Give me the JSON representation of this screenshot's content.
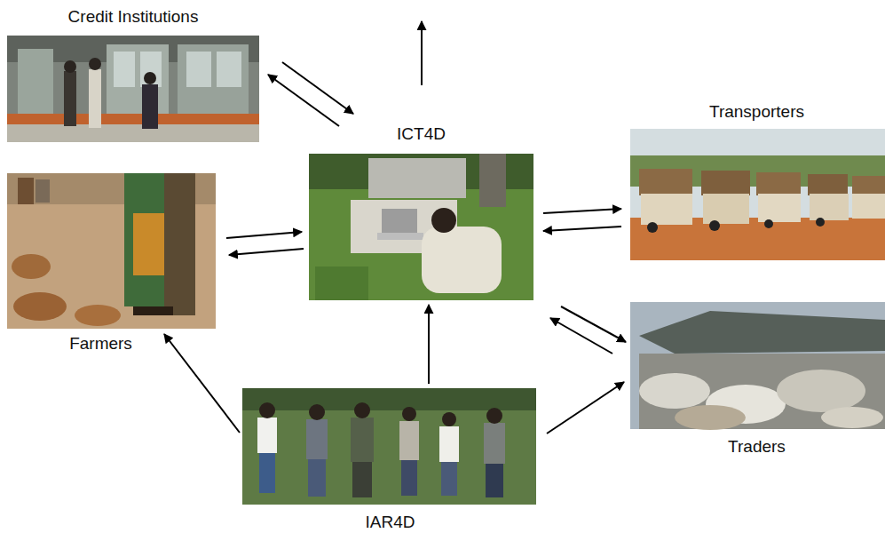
{
  "diagram": {
    "nodes": [
      {
        "text": [
          "Credit Institutions"
        ]
      },
      {
        "text": [
          "ICT4D"
        ]
      },
      {
        "text": [
          "Transporters"
        ]
      },
      {
        "text": [
          "Farmers"
        ]
      },
      {
        "text": [
          "Traders"
        ]
      },
      {
        "text": [
          "IAR4D"
        ]
      }
    ],
    "edges": [
      {
        "from": 0,
        "to": 1,
        "arrow": "to"
      },
      {
        "from": 1,
        "to": 0,
        "arrow": "to"
      },
      {
        "from": 3,
        "to": 1,
        "arrow": "to"
      },
      {
        "from": 1,
        "to": 3,
        "arrow": "to"
      },
      {
        "from": 1,
        "to": 2,
        "arrow": "to"
      },
      {
        "from": 2,
        "to": 1,
        "arrow": "to"
      },
      {
        "from": 1,
        "to": 4,
        "arrow": "to"
      },
      {
        "from": 4,
        "to": 1,
        "arrow": "to"
      },
      {
        "from": 5,
        "to": 3,
        "arrow": "to"
      },
      {
        "from": 5,
        "to": 1,
        "arrow": "to"
      },
      {
        "from": 5,
        "to": 4,
        "arrow": "to"
      }
    ]
  }
}
